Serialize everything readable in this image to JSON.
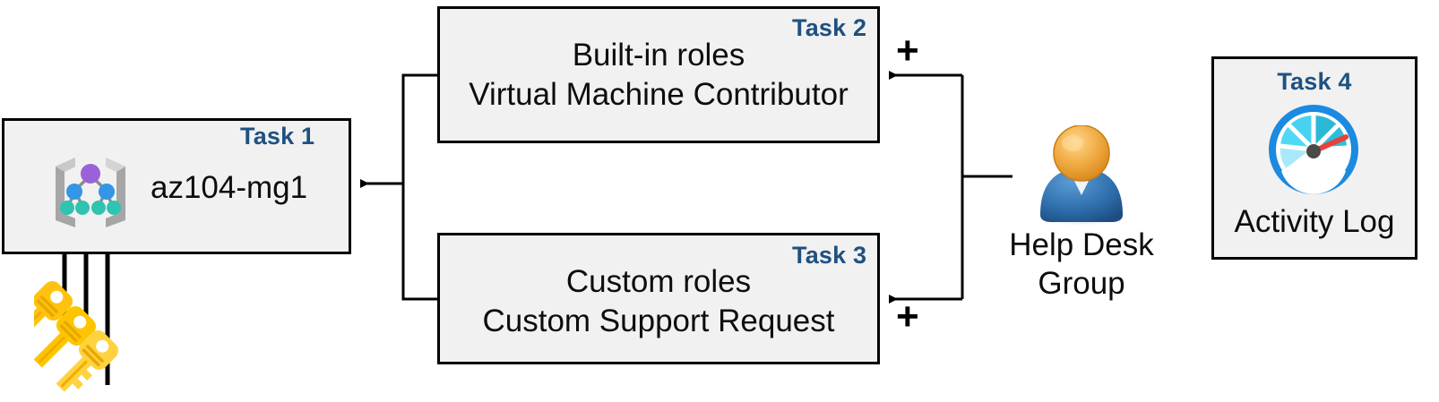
{
  "diagram": {
    "title": "Azure RBAC task assignment diagram",
    "accent_color": "#1f5180",
    "box_fill": "#f1f1f1",
    "box_border": "#000000",
    "line_color": "#000000"
  },
  "task1": {
    "label": "Task 1",
    "name": "az104-mg1",
    "icon": "management-group-icon"
  },
  "task2": {
    "label": "Task 2",
    "line1": "Built-in roles",
    "line2": "Virtual Machine Contributor",
    "plus": "+"
  },
  "task3": {
    "label": "Task 3",
    "line1": "Custom roles",
    "line2": "Custom Support Request",
    "plus": "+"
  },
  "task4": {
    "label": "Task 4",
    "caption": "Activity Log",
    "icon": "gauge-icon"
  },
  "group": {
    "line1": "Help Desk",
    "line2": "Group",
    "icon": "user-group-icon"
  },
  "keys": {
    "icon": "keys-icon",
    "count": 3
  },
  "colors": {
    "key_yellow": "#ffc20e",
    "key_yellow_light": "#ffd23f",
    "gauge_blue": "#1b8ae0",
    "gauge_needle": "#e8413c",
    "person_head": "#eda23b",
    "person_body": "#2e6da4",
    "mg_root": "#9a62d8",
    "mg_mid": "#3396e6",
    "mg_leaf": "#2ec4b0",
    "mg_bracket": "#a6a6a6"
  }
}
